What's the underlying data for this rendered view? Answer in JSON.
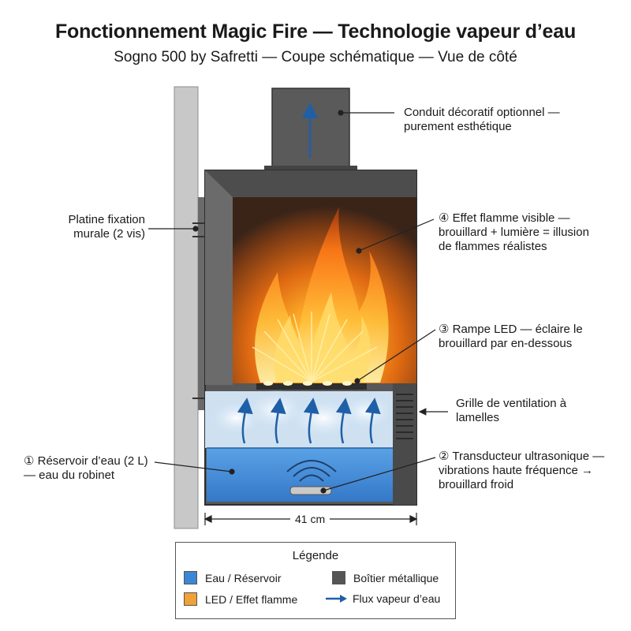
{
  "title": "Fonctionnement Magic Fire — Technologie vapeur d’eau",
  "subtitle": "Sogno 500 by Safretti — Coupe schématique — Vue de côté",
  "annotations": {
    "chimney": "Conduit décoratif optionnel — purement esthétique",
    "wall_plate": "Platine fixation murale (2 vis)",
    "flame": "④ Effet flamme visible — brouillard + lumière = illusion de flammes réalistes",
    "led": "③ Rampe LED — éclaire le brouillard par en-dessous",
    "grille": "Grille de ventilation à lamelles",
    "reservoir": "① Réservoir d’eau (2 L) — eau du robinet",
    "transducer": "② Transducteur ultrasonique — vibrations haute fréquence → brouillard froid"
  },
  "dimension": "41 cm",
  "legend": {
    "title": "Légende",
    "items": [
      {
        "label": "Eau / Réservoir",
        "color": "#3d86d4",
        "kind": "swatch"
      },
      {
        "label": "Boîtier métallique",
        "color": "#555555",
        "kind": "swatch"
      },
      {
        "label": "LED / Effet flamme",
        "color": "#f0a13a",
        "kind": "swatch"
      },
      {
        "label": "Flux vapeur d’eau",
        "color": "#1f5fa8",
        "kind": "arrow"
      }
    ]
  },
  "colors": {
    "water": "#3d86d4",
    "metal": "#555555",
    "flame": "#f0a13a",
    "vapor_arrow": "#1f5fa8",
    "wall": "#c8c8c8"
  }
}
